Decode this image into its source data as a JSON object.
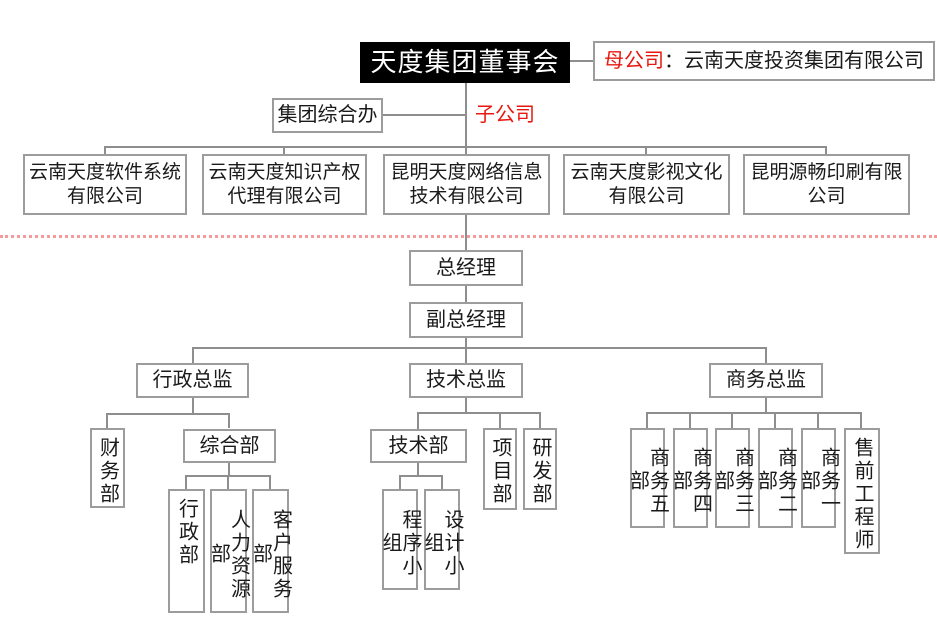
{
  "colors": {
    "accent_red": "#e8170f",
    "divider_pink": "#f59a9a",
    "line_gray": "#8e8e8e",
    "border_gray": "#9c9c9c",
    "board_bg": "#000000"
  },
  "board": {
    "label": "天度集团董事会"
  },
  "parent_company": {
    "tag": "母公司",
    "rest": "：云南天度投资集团有限公司"
  },
  "group_office": {
    "label": "集团综合办"
  },
  "subsidiary_tag": "子公司",
  "subsidiaries": [
    "云南天度软件系统有限公司",
    "云南天度知识产权代理有限公司",
    "昆明天度网络信息技术有限公司",
    "云南天度影视文化有限公司",
    "昆明源畅印刷有限公司"
  ],
  "management": {
    "general_manager": "总经理",
    "deputy_general_manager": "副总经理"
  },
  "directors": {
    "admin": "行政总监",
    "tech": "技术总监",
    "business": "商务总监"
  },
  "admin_branch": {
    "finance": "财务部",
    "general_affairs": "综合部",
    "sub_departments": [
      "行政部",
      "人力资源部",
      "客户服务部"
    ]
  },
  "tech_branch": {
    "tech_dept": "技术部",
    "project_dept": "项目部",
    "rnd_dept": "研发部",
    "teams": [
      "程序小组",
      "设计小组"
    ]
  },
  "business_branch": {
    "departments": [
      "商务五部",
      "商务四部",
      "商务三部",
      "商务二部",
      "商务一部",
      "售前工程师"
    ]
  }
}
